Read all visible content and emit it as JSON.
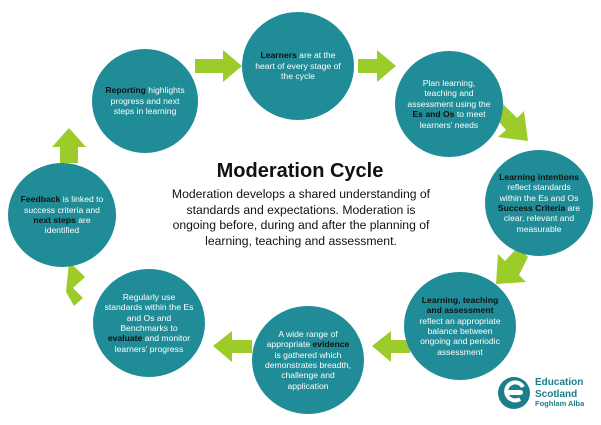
{
  "diagram": {
    "title": "Moderation Cycle",
    "description": "Moderation develops a shared understanding of standards and expectations. Moderation is ongoing before, during and after the planning of learning, teaching and assessment.",
    "colors": {
      "circle": "#1f8c97",
      "arrow": "#9ccc2a",
      "bold_text": "#111111",
      "body_text": "#ffffff"
    },
    "stages": [
      {
        "id": "learners",
        "parts": [
          {
            "t": "Learners",
            "b": true
          },
          {
            "t": " are at the heart of every stage of the cycle"
          }
        ]
      },
      {
        "id": "plan",
        "parts": [
          {
            "t": "Plan learning, teaching and assessment using the "
          },
          {
            "t": "Es and Os",
            "b": true
          },
          {
            "t": " to meet learners' needs"
          }
        ]
      },
      {
        "id": "intentions",
        "parts": [
          {
            "t": "Learning intentions",
            "b": true
          },
          {
            "t": " reflect standards within the Es and Os "
          },
          {
            "t": "Success Criteria",
            "b": true
          },
          {
            "t": " are clear, relevant and measurable"
          }
        ]
      },
      {
        "id": "balance",
        "parts": [
          {
            "t": "Learning, teaching and assessment",
            "b": true
          },
          {
            "t": " reflect an appropriate balance between ongoing and periodic assessment"
          }
        ]
      },
      {
        "id": "evidence",
        "parts": [
          {
            "t": "A wide range of appropriate "
          },
          {
            "t": "evidence",
            "b": true
          },
          {
            "t": " is gathered which demonstrates breadth, challenge and application"
          }
        ]
      },
      {
        "id": "evaluate",
        "parts": [
          {
            "t": "Regularly use standards within the Es and Os and Benchmarks to "
          },
          {
            "t": "evaluate",
            "b": true
          },
          {
            "t": " and monitor learners' progress"
          }
        ]
      },
      {
        "id": "feedback",
        "parts": [
          {
            "t": "Feedback",
            "b": true
          },
          {
            "t": " is linked to success criteria and "
          },
          {
            "t": "next steps",
            "b": true
          },
          {
            "t": " are identified"
          }
        ]
      },
      {
        "id": "reporting",
        "parts": [
          {
            "t": "Reporting",
            "b": true
          },
          {
            "t": " highlights progress and next steps in learning"
          }
        ]
      }
    ]
  },
  "logo": {
    "name_line1": "Education",
    "name_line2": "Scotland",
    "subtitle": "Foghlam Alba",
    "color": "#1b7f8a"
  }
}
